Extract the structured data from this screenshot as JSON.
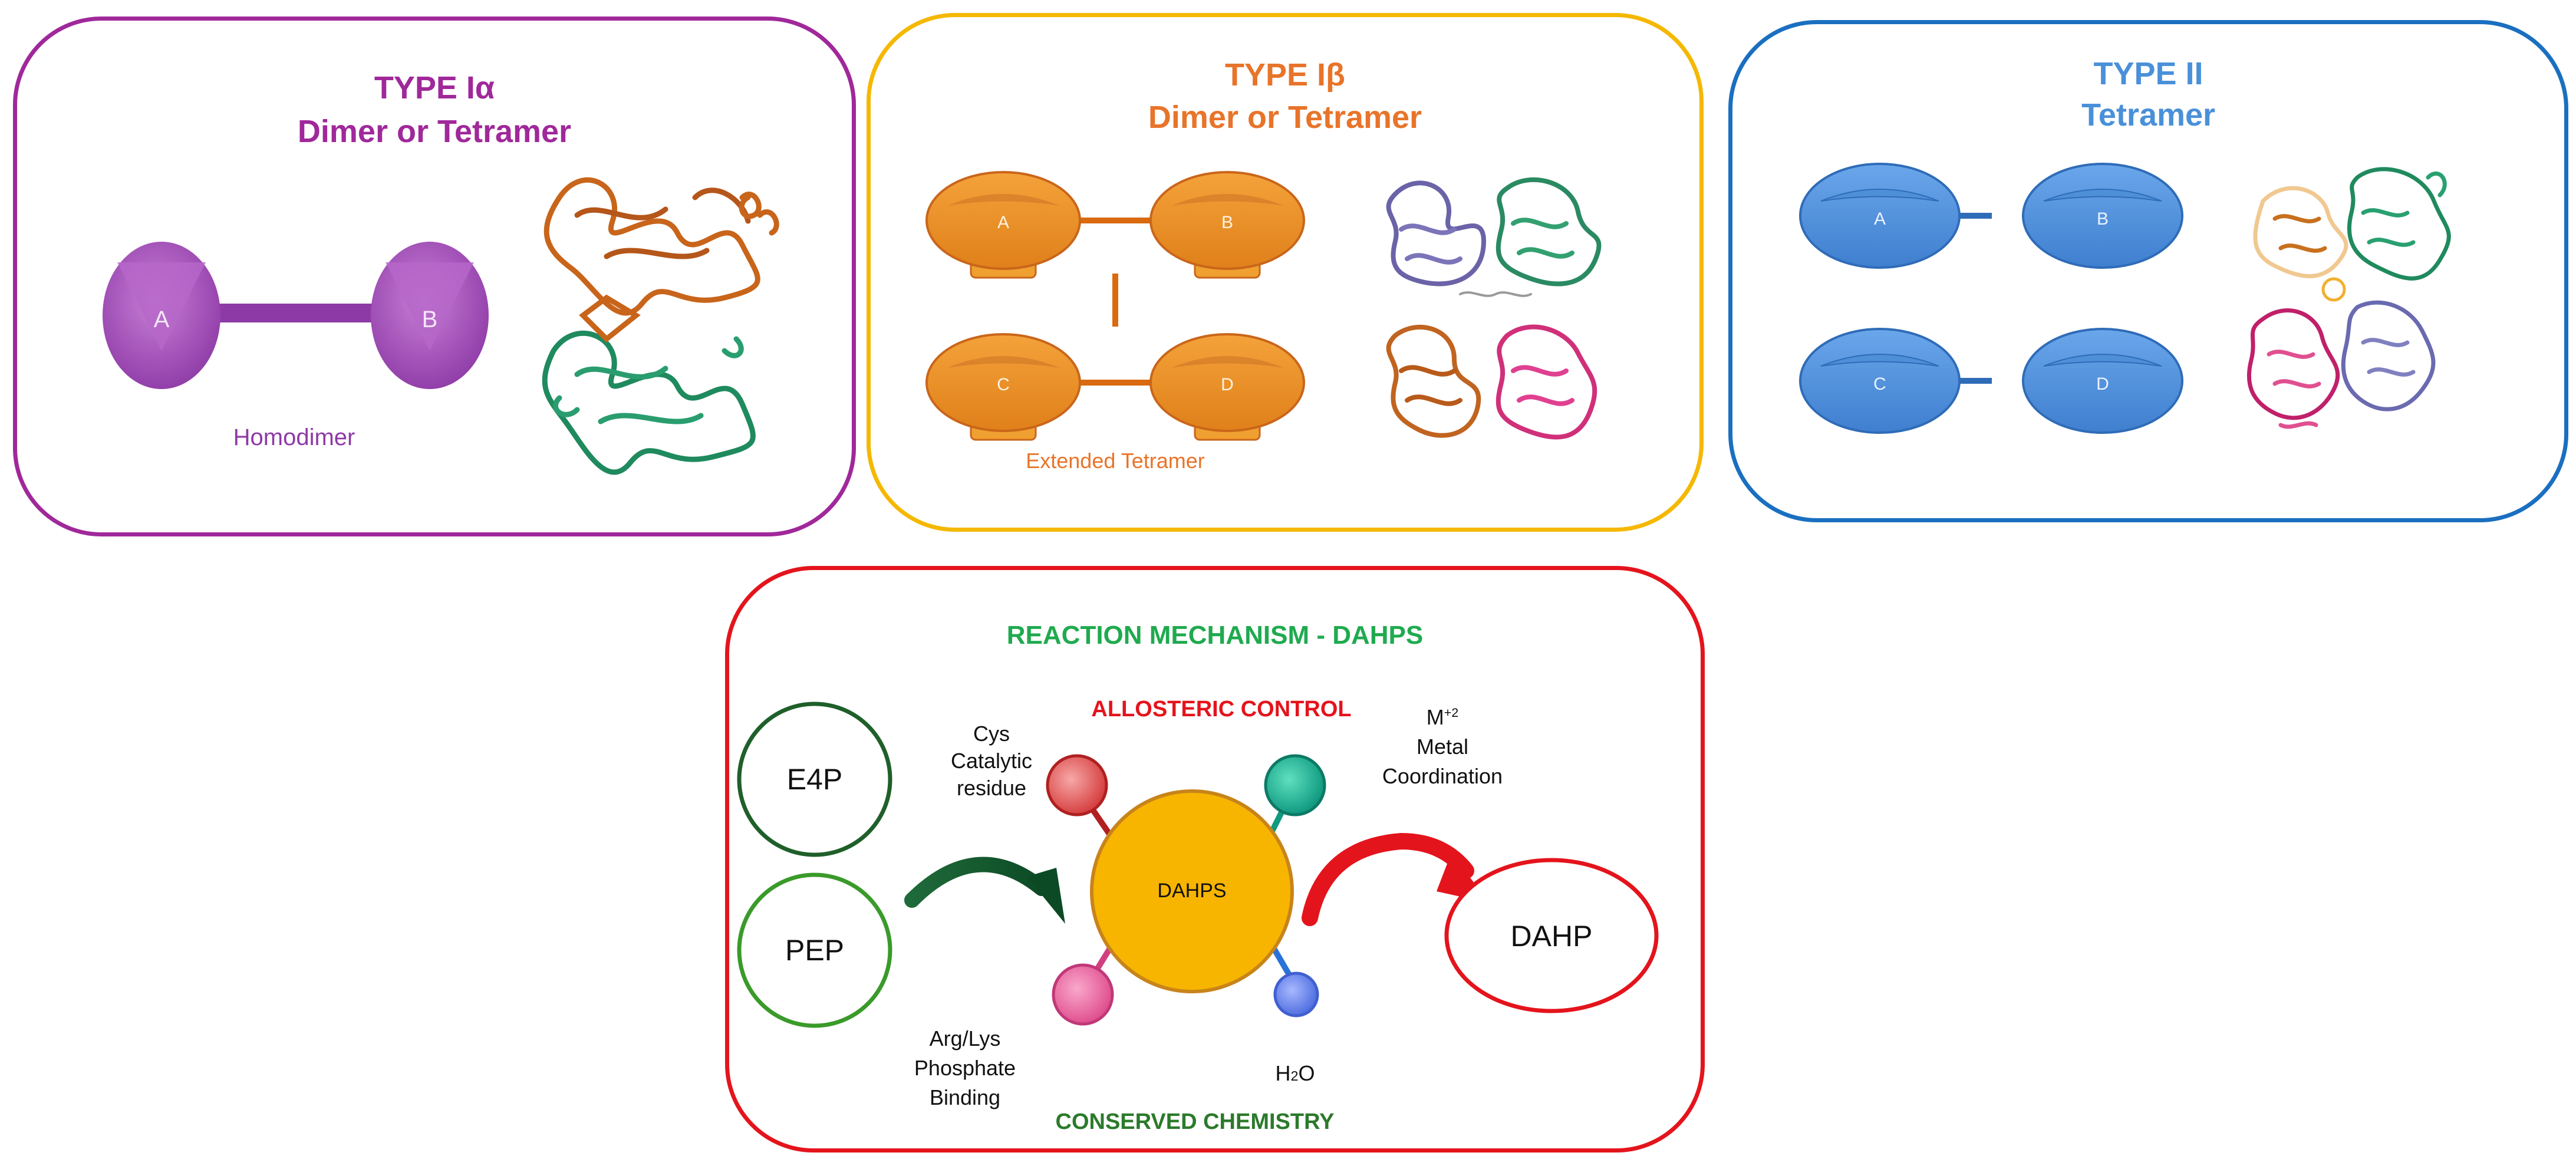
{
  "panels": {
    "type_1a": {
      "title": "TYPE Iα",
      "subtitle": "Dimer or Tetramer",
      "subunits": [
        "A",
        "B"
      ],
      "caption": "Homodimer",
      "color": "#a0289a"
    },
    "type_1b": {
      "title": "TYPE Iβ",
      "subtitle": "Dimer or Tetramer",
      "subunits": [
        "A",
        "B",
        "C",
        "D"
      ],
      "caption": "Extended Tetramer",
      "color": "#e8742a"
    },
    "type_2": {
      "title": "TYPE II",
      "subtitle": "Tetramer",
      "subunits": [
        "A",
        "B",
        "C",
        "D"
      ],
      "color": "#4a90d9"
    }
  },
  "reaction": {
    "title": "REACTION MECHANISM - DAHPS",
    "allosteric_label": "ALLOSTERIC CONTROL",
    "conserved_label": "CONSERVED CHEMISTRY",
    "substrates": [
      "E4P",
      "PEP"
    ],
    "enzyme": "DAHPS",
    "product": "DAHP",
    "cys_label": [
      "Cys",
      "Catalytic",
      "residue"
    ],
    "metal_label": {
      "ion": "M",
      "charge": "+2",
      "line2": "Metal",
      "line3": "Coordination"
    },
    "arg_label": [
      "Arg/Lys",
      "Phosphate",
      "Binding"
    ],
    "water_label": {
      "h": "H",
      "sub": "2",
      "o": "O"
    },
    "colors": {
      "title": "#1faa4f",
      "allosteric": "#e4141c",
      "conserved": "#2b7a2b",
      "enzyme": "#f7b500",
      "substrate_border_dark": "#1f5f2a",
      "substrate_border_light": "#3a9a2a",
      "product_border": "#e4141c"
    }
  }
}
